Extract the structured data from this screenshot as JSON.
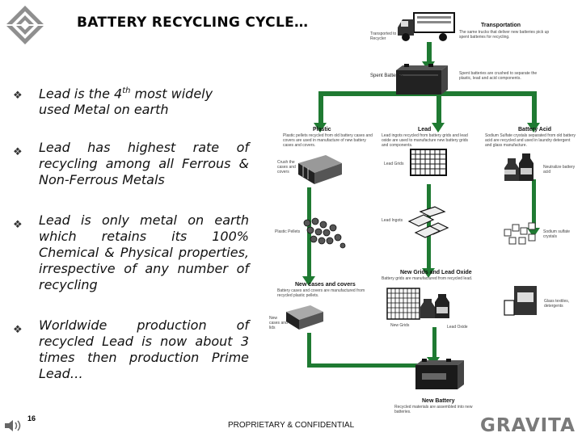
{
  "title": "BATTERY RECYCLING CYCLE…",
  "bullets": [
    {
      "line1": "Lead is the 4",
      "sup": "th",
      "line1b": " most widely",
      "line2": "used Metal on earth"
    },
    {
      "text": "Lead has highest rate of recycling among all Ferrous & Non-Ferrous Metals"
    },
    {
      "text": "Lead is only metal on earth which retains its 100% Chemical & Physical properties, irrespective of any number of recycling"
    },
    {
      "text": "Worldwide production of recycled Lead is now about 3 times then production Prime Lead…"
    }
  ],
  "diagram": {
    "transportation_title": "Transportation",
    "transportation_desc": "The same trucks that deliver new batteries pick up spent batteries for recycling.",
    "transported_to_recycler": "Transported to Recycler",
    "spent_batteries": "Spent Batteries",
    "spent_desc": "Spent batteries are crushed to separate the plastic, lead and acid components.",
    "plastic_title": "Plastic",
    "plastic_desc": "Plastic pellets recycled from old battery cases and covers are used in manufacture of new battery cases and covers.",
    "lead_title": "Lead",
    "lead_desc": "Lead ingots recycled from battery grids and lead oxide are used to manufacture new battery grids and components.",
    "acid_title": "Battery Acid",
    "acid_desc": "Sodium Sulfate crystals separated from old battery acid are recycled and used in laundry detergent and glass manufacture.",
    "crush_label": "Crush the cases and covers",
    "grid_label": "Lead Grids",
    "neutral_label": "Neutralize battery acid",
    "plastic_pellets": "Plastic Pellets",
    "lead_ingots": "Lead Ingots",
    "sodium_sulfate": "Sodium sulfate crystals",
    "new_cases_title": "New cases and covers",
    "new_cases_desc": "Battery cases and covers are manufactured from recycled plastic pellets.",
    "new_grids_title": "New Grids and Lead Oxide",
    "new_grids_desc": "Battery grids are manufactured from recycled lead.",
    "new_cases_label": "New cases and lids",
    "new_grids_label": "New Grids",
    "lead_oxide_label": "Lead Oxide",
    "glass_label": "Glass textiles, detergents",
    "new_battery_title": "New Battery",
    "new_battery_desc": "Recycled materials are assembled into new batteries."
  },
  "page_number": "16",
  "footer": "PROPRIETARY & CONFIDENTIAL",
  "brand": "GRAVITA",
  "colors": {
    "arrow": "#1f7a32",
    "brand": "#7a7a7a"
  }
}
